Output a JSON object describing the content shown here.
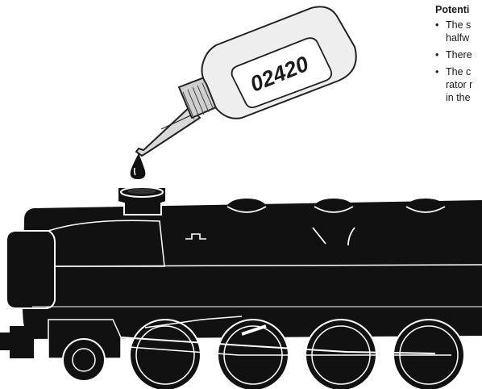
{
  "bottle": {
    "label": "02420"
  },
  "notes": {
    "heading": "Potenti",
    "bullets": [
      {
        "lines": [
          "The s",
          "halfw"
        ]
      },
      {
        "lines": [
          "There"
        ]
      },
      {
        "lines": [
          "The c",
          "rator r",
          "in the"
        ]
      }
    ]
  }
}
